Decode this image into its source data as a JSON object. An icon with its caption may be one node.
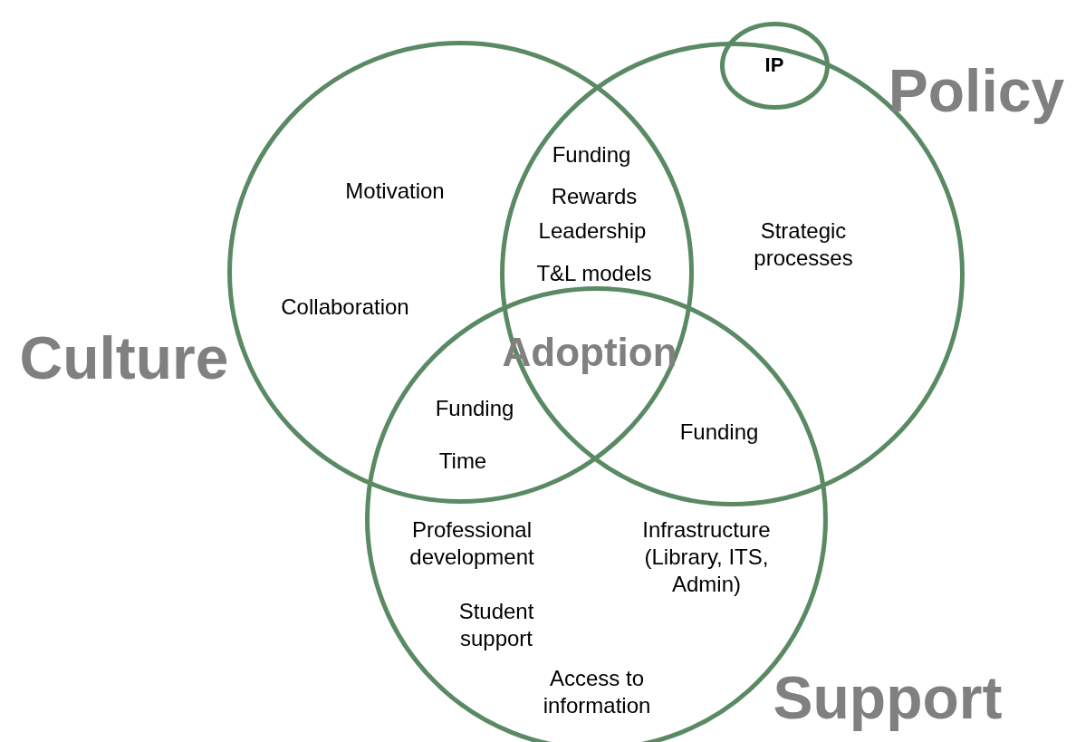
{
  "diagram": {
    "nodes": [
      {
        "text": [
          "Culture"
        ]
      },
      {
        "text": [
          "Policy"
        ]
      },
      {
        "text": [
          "Support"
        ]
      },
      {
        "text": [
          "IP"
        ]
      }
    ],
    "edges": [],
    "labels": [
      "Motivation",
      "Collaboration",
      "Funding",
      "Rewards",
      "Leadership",
      "T&L models",
      "Strategic processes",
      "Adoption",
      "Funding",
      "Time",
      "Funding",
      "Professional development",
      "Infrastructure (Library, ITS, Admin)",
      "Student support",
      "Access to information"
    ]
  }
}
